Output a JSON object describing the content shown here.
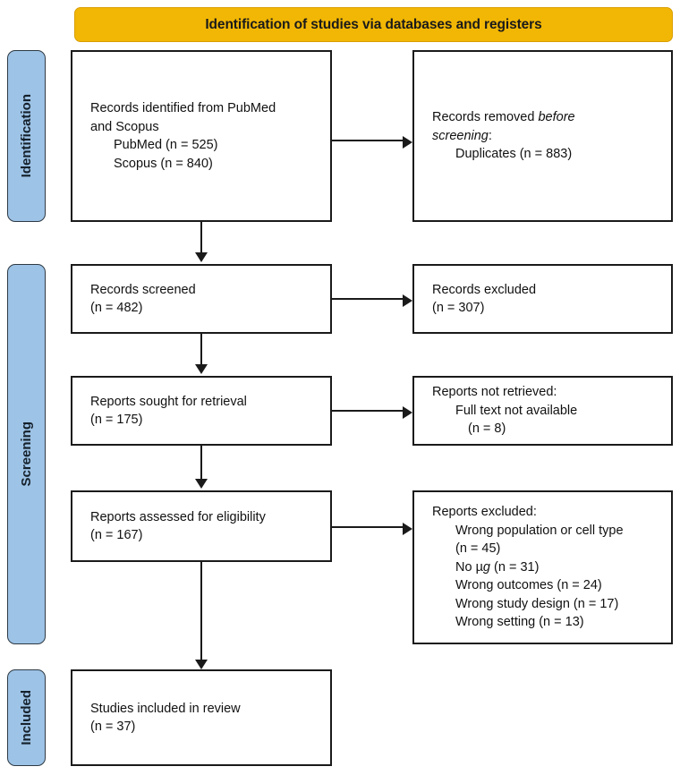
{
  "banner": {
    "title": "Identification of studies via databases and registers",
    "color": "#F2B705"
  },
  "stages": {
    "identification": "Identification",
    "screening": "Screening",
    "included": "Included",
    "color": "#9DC3E6"
  },
  "boxes": {
    "identified": {
      "line1": "Records identified from PubMed",
      "line2": "and Scopus",
      "line3": "PubMed (n = 525)",
      "line4": "Scopus (n = 840)"
    },
    "removed": {
      "line1_plain": "Records removed ",
      "line1_italic": "before",
      "line2_italic": "screening",
      "line2_plain": ":",
      "line3": "Duplicates (n = 883)"
    },
    "screened": {
      "line1": "Records screened",
      "line2": "(n = 482)"
    },
    "excluded_screened": {
      "line1": "Records excluded",
      "line2": "(n = 307)"
    },
    "sought": {
      "line1": "Reports sought for retrieval",
      "line2": "(n = 175)"
    },
    "not_retrieved": {
      "line1": "Reports not retrieved:",
      "line2": "Full text not available",
      "line3": "(n = 8)"
    },
    "assessed": {
      "line1": "Reports assessed for eligibility",
      "line2": "(n = 167)"
    },
    "excluded_reports": {
      "line1": "Reports excluded:",
      "line2": "Wrong population or cell type",
      "line3": "(n = 45)",
      "line4_pre": "No µ",
      "line4_italic": "g",
      "line4_post": " (n = 31)",
      "line5": "Wrong outcomes (n = 24)",
      "line6": "Wrong study design (n = 17)",
      "line7": "Wrong setting (n = 13)"
    },
    "included": {
      "line1": "Studies included in review",
      "line2": "(n = 37)"
    }
  }
}
